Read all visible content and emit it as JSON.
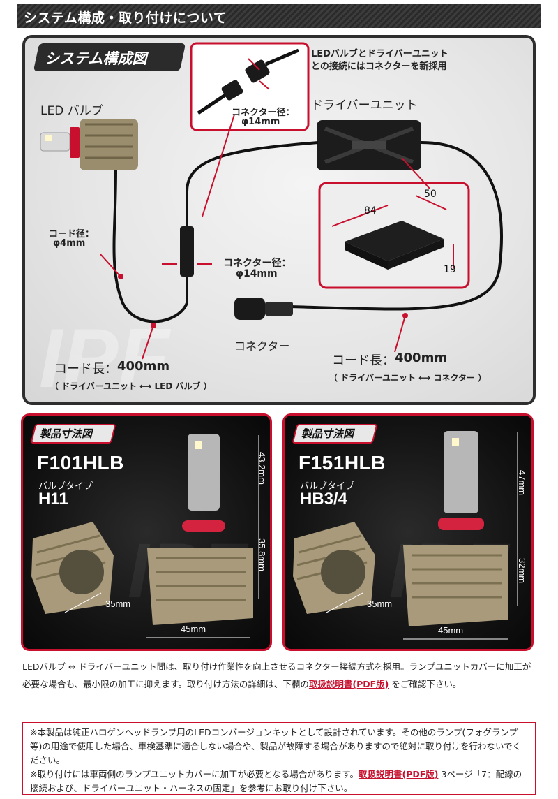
{
  "header": {
    "title": "システム構成・取り付けについて"
  },
  "system": {
    "title": "システム構成図",
    "connector_note_line1": "LEDバルブとドライバーユニット",
    "connector_note_line2": "との接続にはコネクターを新採用",
    "led_bulb": "LED バルブ",
    "driver_unit": "ドライバーユニット",
    "connector_dia_top_label": "コネクター径：",
    "connector_dia_top_value": "φ14mm",
    "cord_dia_label": "コード径：",
    "cord_dia_value": "φ4mm",
    "connector_dia_mid_label": "コネクター径：",
    "connector_dia_mid_value": "φ14mm",
    "connector": "コネクター",
    "cord_len_left_label": "コード長：",
    "cord_len_left_value": "400mm",
    "cord_len_left_note": "（ ドライバーユニット ⟷ LED バルブ ）",
    "cord_len_right_label": "コード長：",
    "cord_len_right_value": "400mm",
    "cord_len_right_note": "（ ドライバーユニット ⟷ コネクター ）",
    "driver_dims": {
      "length": "84",
      "width": "50",
      "height": "19"
    }
  },
  "products": [
    {
      "tab": "製品寸法図",
      "model": "F101HLB",
      "bulb_type_label": "バルブタイプ",
      "bulb_type": "H11",
      "dim_top": "43.2mm",
      "dim_bottom": "35.8mm",
      "dim_depth": "35mm",
      "dim_width": "45mm"
    },
    {
      "tab": "製品寸法図",
      "model": "F151HLB",
      "bulb_type_label": "バルブタイプ",
      "bulb_type": "HB3/4",
      "dim_top": "47mm",
      "dim_bottom": "32mm",
      "dim_depth": "35mm",
      "dim_width": "45mm"
    }
  ],
  "description": {
    "text1": "LEDバルブ ⇔ ドライバーユニット間は、取り付け作業性を向上させるコネクター接続方式を採用。ランプユニットカバーに加工が必要な場合も、最小限の加工に抑えます。取り付け方法の詳細は、下欄の",
    "link": "取扱説明書(PDF版)",
    "text2": "をご確認下さい。"
  },
  "notice": {
    "line1": "※本製品は純正ハロゲンヘッドランプ用のLEDコンバージョンキットとして設計されています。その他のランプ(フォグランプ等)の用途で使用した場合、車検基準に適合しない場合や、製品が故障する場合がありますので絶対に取り付けを行わないでください。",
    "line2a": "※取り付けには車両側のランプユニットカバーに加工が必要となる場合があります。",
    "link": "取扱説明書(PDF版)",
    "line2b": "3ページ「7：配線の接続および、ドライバーユニット・ハーネスの固定」を参考にお取り付け下さい。"
  },
  "colors": {
    "accent": "#c8102e",
    "dark": "#2b2b2b",
    "gold": "#a89a7a"
  }
}
